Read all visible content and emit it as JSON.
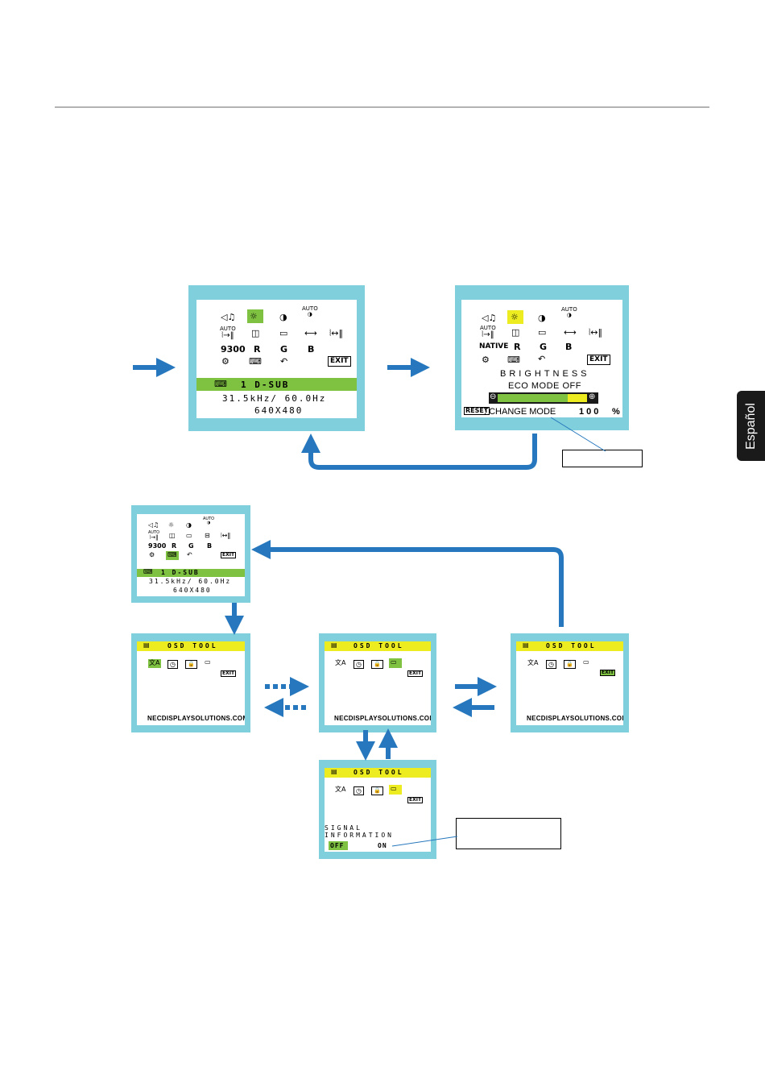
{
  "sidebar": {
    "language_tab": "Español"
  },
  "colors": {
    "frame": "#7fcfdc",
    "arrow": "#2677bd",
    "highlight_green": "#7fc241",
    "highlight_yellow": "#ecec20"
  },
  "main_menu": {
    "icons_row1": [
      "volume-icon",
      "brightness-icon",
      "contrast-icon",
      "auto-contrast-icon"
    ],
    "auto_label": "AUTO",
    "row3": {
      "color_preset": "9300",
      "r": "R",
      "g": "G",
      "b": "B"
    },
    "exit_label": "EXIT",
    "input_label": "1  D-SUB",
    "frequency": "31.5kHz/ 60.0Hz",
    "resolution": "640X480"
  },
  "brightness_menu": {
    "color_preset": "NATIVE",
    "title": "BRIGHTNESS",
    "eco_mode": "ECO MODE OFF",
    "reset_label": "RESET",
    "change_mode": ": CHANGE MODE",
    "value": "100",
    "unit": "%",
    "level": 0.88
  },
  "osd_tool": {
    "title": "OSD TOOL",
    "footer": "NECDISPLAYSOLUTIONS.COM",
    "exit_label": "EXIT",
    "signal_information": "SIGNAL INFORMATION",
    "off": "OFF",
    "on": "ON"
  }
}
